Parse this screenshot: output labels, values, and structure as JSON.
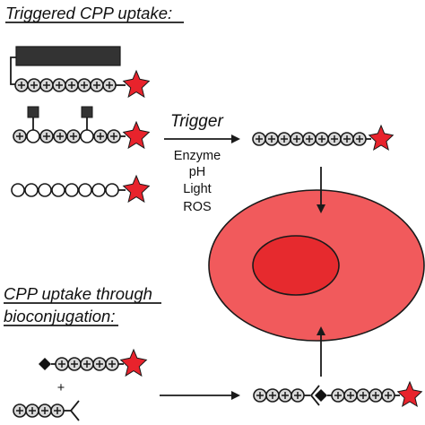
{
  "headings": {
    "triggered": "Triggered CPP uptake:",
    "bioconjugation_line1": "CPP uptake through",
    "bioconjugation_line2": "bioconjugation:"
  },
  "trigger_label": "Trigger",
  "trigger_types": [
    "Enzyme",
    "pH",
    "Light",
    "ROS"
  ],
  "plus_sign": "+",
  "colors": {
    "cell_outer": "#f15a5c",
    "cell_nucleus": "#e62a2e",
    "star": "#e8232c",
    "bead": "#d9d9d9",
    "mask_block": "#333333",
    "outline": "#1a1a1a"
  }
}
